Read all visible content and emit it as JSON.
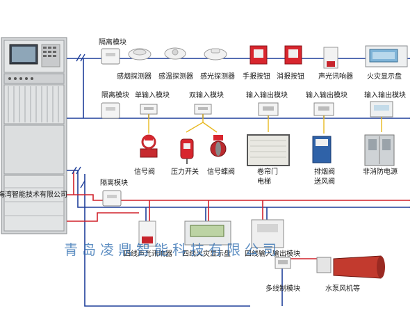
{
  "labels": {
    "isolation_module": "隔离模块",
    "smoke_detector": "感烟探测器",
    "heat_detector": "感温探测器",
    "flame_detector": "感光探测器",
    "manual_alarm_button": "手报按钮",
    "hydrant_button": "消报按钮",
    "sounder_strobe": "声光讯响器",
    "fire_display_panel": "火灾显示盘",
    "single_input_module": "单输入模块",
    "dual_input_module": "双输入模块",
    "io_module": "输入输出模块",
    "signal_valve": "信号阀",
    "pressure_switch": "压力开关",
    "signal_butterfly_valve": "信号蝶阀",
    "shutter_door": "卷帘门",
    "elevator": "电梯",
    "smoke_exhaust_valve": "排烟阀",
    "air_supply_valve": "送风阀",
    "non_fire_power": "非消防电源",
    "four_wire_sounder": "四线声光讯响器",
    "four_wire_display": "四线火灾显示盘",
    "four_wire_io_module": "四线输入输出模块",
    "multiline_control_module": "多线制模块",
    "pump_fan": "水泵风机等",
    "cabinet_nameplate": "海湾智能技术有限公司"
  },
  "watermark": "青岛凌鼎智能科技有限公司",
  "colors": {
    "bus_blue": "#1f3f9a",
    "power_red": "#d0202a",
    "cabinet": "#d8dadb",
    "device_white": "#f3f3f3"
  }
}
